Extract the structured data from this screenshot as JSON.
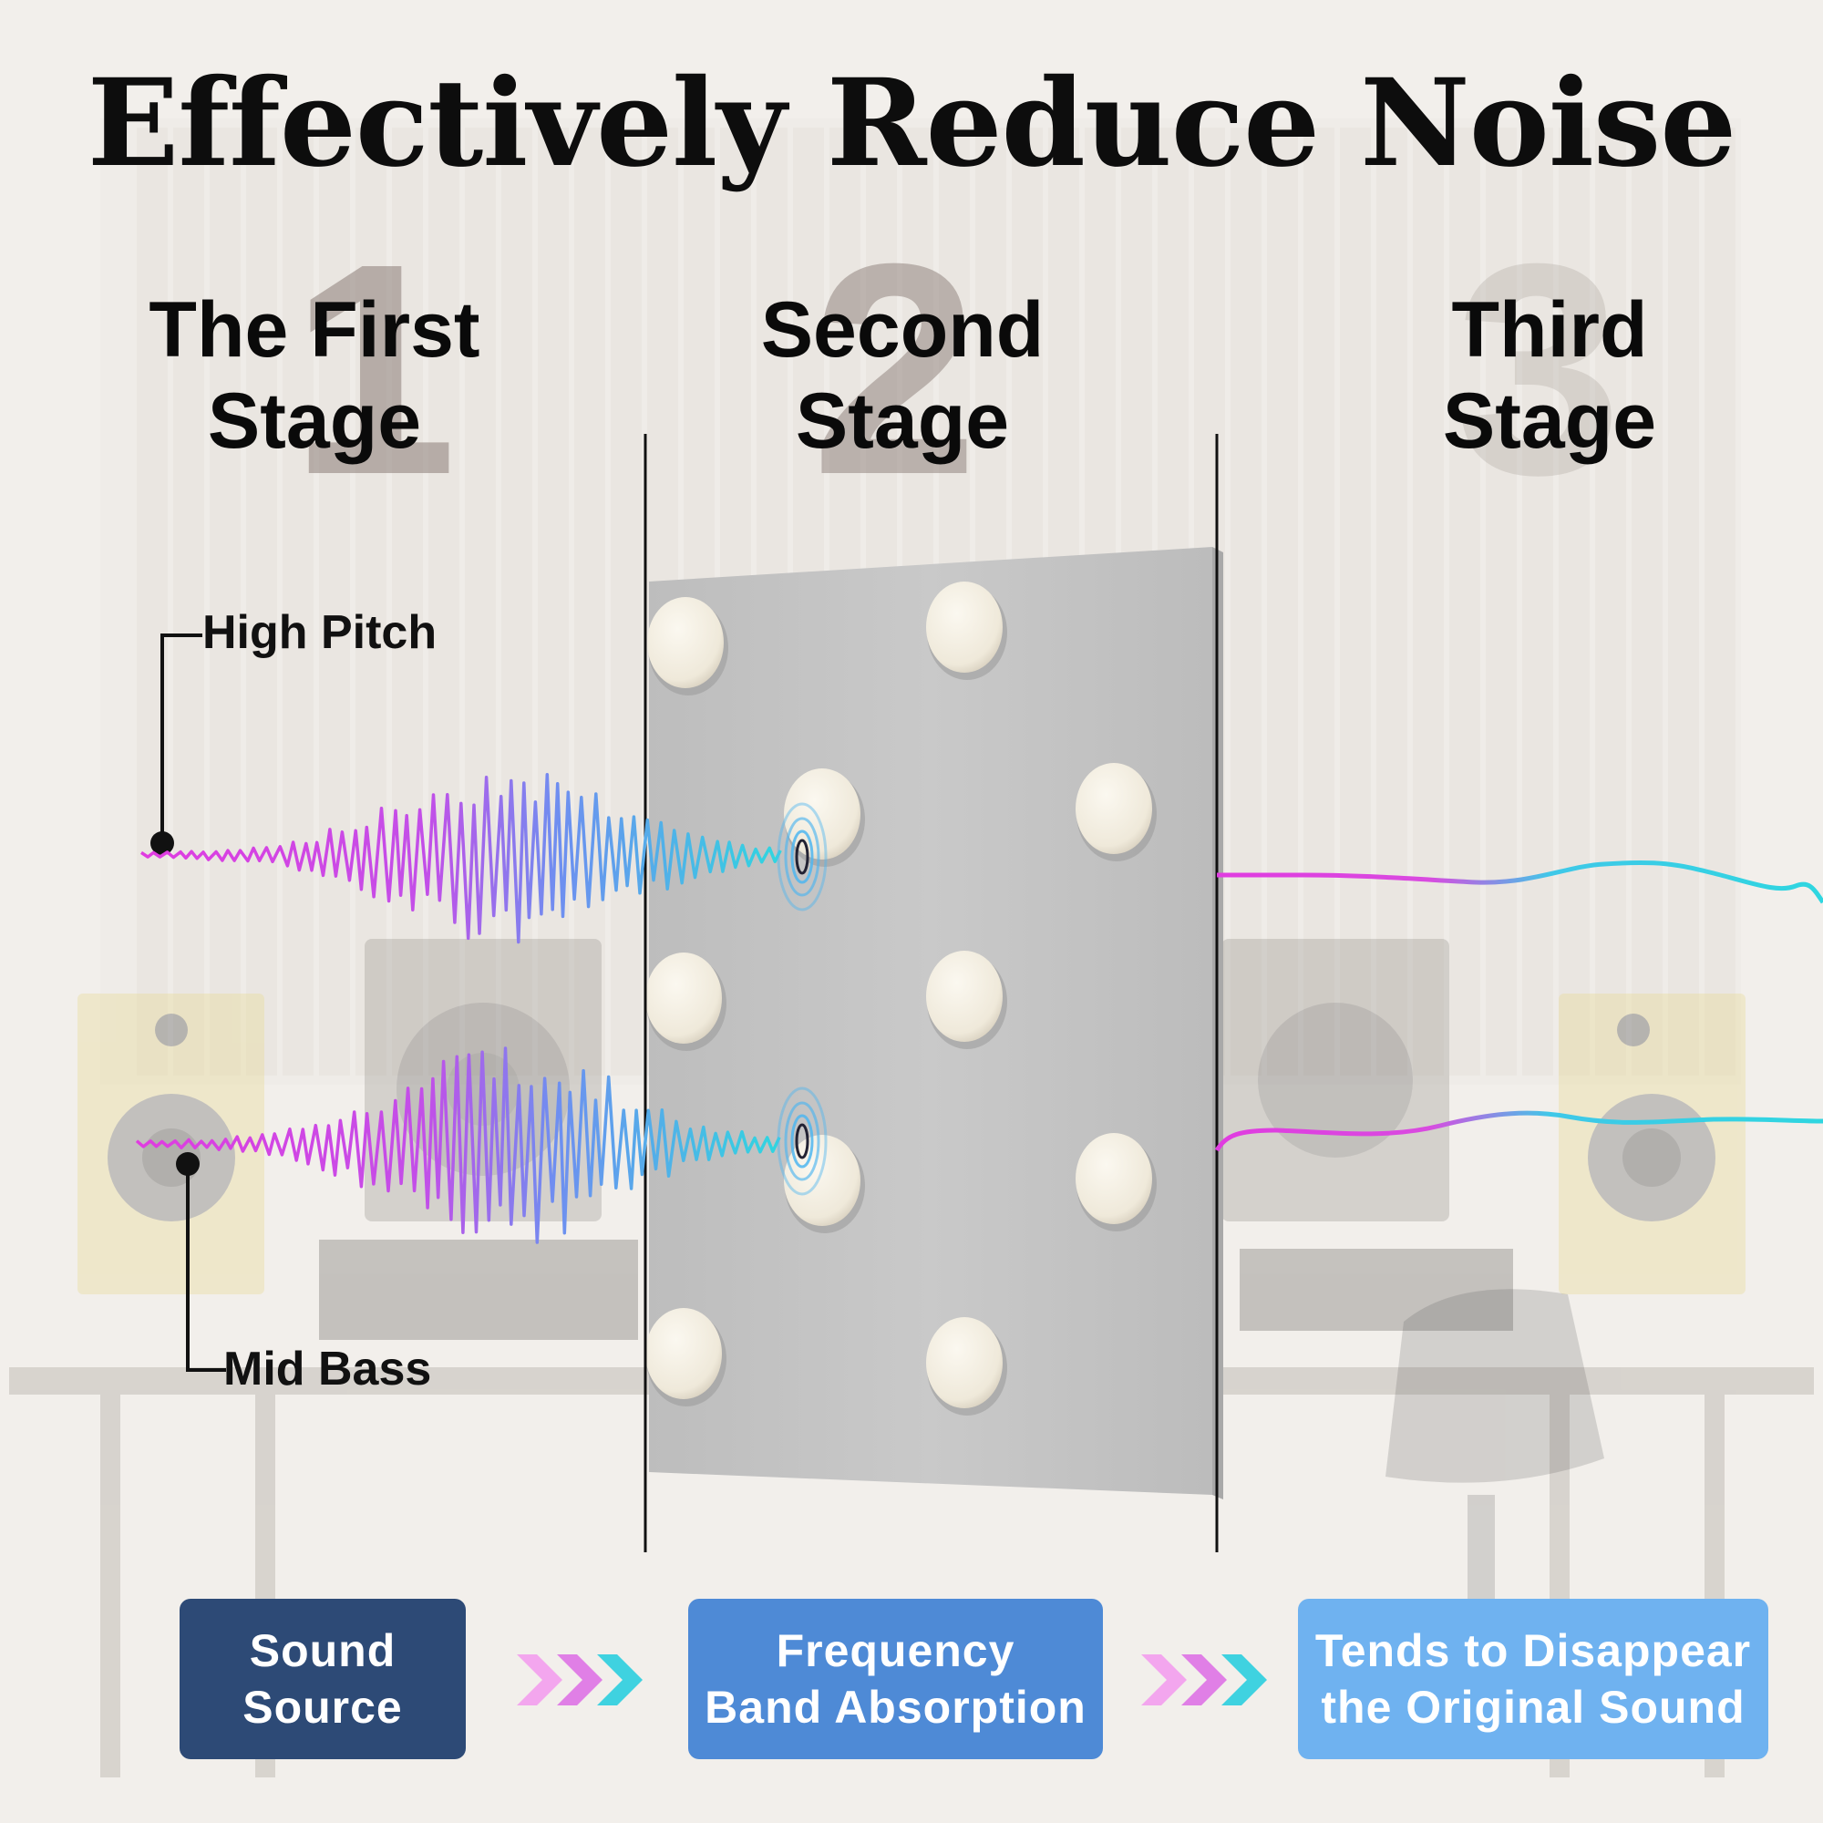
{
  "title": "Effectively Reduce Noise",
  "stages": [
    {
      "number": "1",
      "line1": "The First",
      "line2": "Stage"
    },
    {
      "number": "2",
      "line1": "Second",
      "line2": "Stage"
    },
    {
      "number": "3",
      "line1": "Third",
      "line2": "Stage"
    }
  ],
  "labels": {
    "high_pitch": "High Pitch",
    "mid_bass": "Mid Bass"
  },
  "steps": [
    {
      "line1": "Sound",
      "line2": "Source",
      "color": "#2d4a76"
    },
    {
      "line1": "Frequency",
      "line2": "Band Absorption",
      "color": "#4e8ad6"
    },
    {
      "line1": "Tends to Disappear",
      "line2": "the Original Sound",
      "color": "#6fb2f0"
    }
  ],
  "colors": {
    "wave_magenta": "#e03ce0",
    "wave_cyan": "#2fd6e0",
    "panel": "#c8c8c8",
    "stud": "#f1ece0"
  }
}
